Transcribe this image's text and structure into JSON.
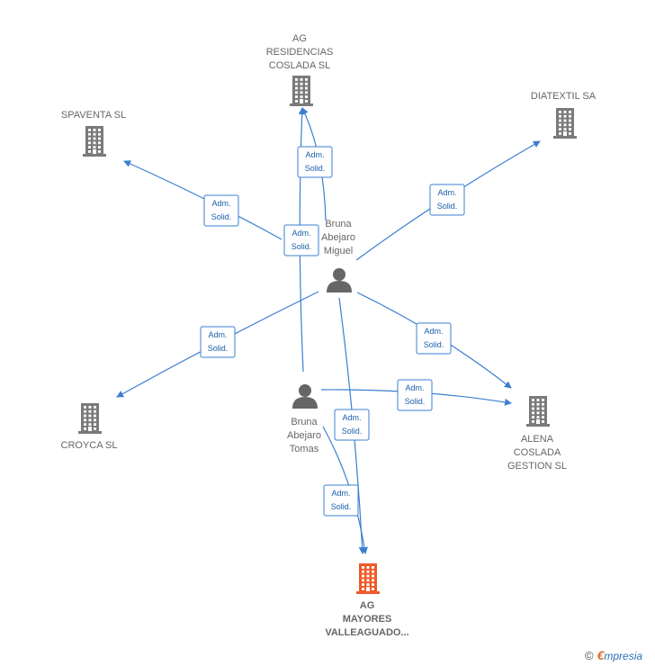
{
  "colors": {
    "edge": "#3b7fd1",
    "company": "#7a7a7a",
    "company_main": "#f05a28",
    "person": "#666666",
    "label_text": "#666666",
    "edge_label_border": "#3b7fd1",
    "edge_label_text": "#1a5fa8"
  },
  "nodes": {
    "ag_residencias": {
      "lines": [
        "AG",
        "RESIDENCIAS",
        "COSLADA  SL"
      ],
      "icon": "building-icon"
    },
    "spaventa": {
      "lines": [
        "SPAVENTA SL"
      ],
      "icon": "building-icon"
    },
    "diatextil": {
      "lines": [
        "DIATEXTIL SA"
      ],
      "icon": "building-icon"
    },
    "bruna_miguel": {
      "lines": [
        "Bruna",
        "Abejaro",
        "Miguel"
      ],
      "icon": "person-icon"
    },
    "croyca": {
      "lines": [
        "CROYCA SL"
      ],
      "icon": "building-icon"
    },
    "bruna_tomas": {
      "lines": [
        "Bruna",
        "Abejaro",
        "Tomas"
      ],
      "icon": "person-icon"
    },
    "alena": {
      "lines": [
        "ALENA",
        "COSLADA",
        "GESTION  SL"
      ],
      "icon": "building-icon"
    },
    "ag_mayores": {
      "lines": [
        "AG",
        "MAYORES",
        "VALLEAGUADO..."
      ],
      "icon": "building-icon",
      "highlight": true
    }
  },
  "edge_label": [
    "Adm.",
    "Solid."
  ],
  "edges": [
    {
      "from": "bruna_miguel",
      "to": "ag_residencias",
      "label": [
        "Adm.",
        "Solid."
      ]
    },
    {
      "from": "bruna_tomas",
      "to": "ag_residencias",
      "label": [
        "Adm.",
        "Solid."
      ]
    },
    {
      "from": "bruna_miguel",
      "to": "spaventa",
      "label": [
        "Adm.",
        "Solid."
      ]
    },
    {
      "from": "bruna_miguel",
      "to": "diatextil",
      "label": [
        "Adm.",
        "Solid."
      ]
    },
    {
      "from": "bruna_miguel",
      "to": "croyca",
      "label": [
        "Adm.",
        "Solid."
      ]
    },
    {
      "from": "bruna_miguel",
      "to": "alena",
      "label": [
        "Adm.",
        "Solid."
      ]
    },
    {
      "from": "bruna_tomas",
      "to": "alena",
      "label": [
        "Adm.",
        "Solid."
      ]
    },
    {
      "from": "bruna_miguel",
      "to": "ag_mayores",
      "label": [
        "Adm.",
        "Solid."
      ]
    },
    {
      "from": "bruna_tomas",
      "to": "ag_mayores",
      "label": [
        "Adm.",
        "Solid."
      ]
    }
  ],
  "footer": {
    "copyright_symbol": "©",
    "brand_initial": "€",
    "brand_rest": "mpresia"
  }
}
